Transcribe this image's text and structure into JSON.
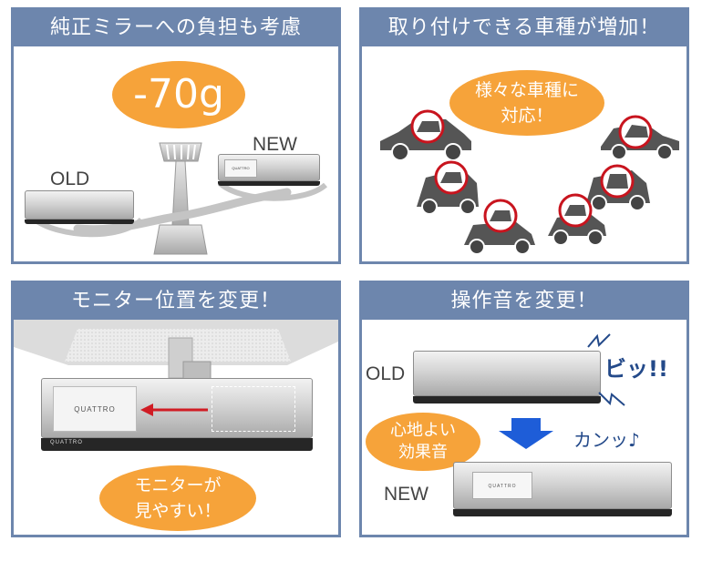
{
  "panels": {
    "weight": {
      "title": "純正ミラーへの負担も考慮",
      "bubble": "-70g",
      "old_label": "OLD",
      "new_label": "NEW",
      "brand": "QUATTRO"
    },
    "cars": {
      "title": "取り付けできる車種が増加！",
      "bubble_line1": "様々な車種に",
      "bubble_line2": "対応！"
    },
    "monitor": {
      "title": "モニター位置を変更！",
      "brand_screen": "QUATTRO",
      "brand_mirror": "QUATTRO",
      "bubble_line1": "モニターが",
      "bubble_line2": "見やすい！"
    },
    "sound": {
      "title": "操作音を変更！",
      "old_label": "OLD",
      "new_label": "NEW",
      "old_sound": "ビッ!!",
      "new_sound": "カンッ♪",
      "bubble_line1": "心地よい",
      "bubble_line2": "効果音",
      "brand": "QUATTRO"
    }
  },
  "colors": {
    "header_blue": "#6d86ad",
    "bubble_orange": "#f6a33a",
    "arrow_red": "#d01c24",
    "arrow_blue": "#1e5dd8",
    "circle_red": "#c8141e"
  }
}
